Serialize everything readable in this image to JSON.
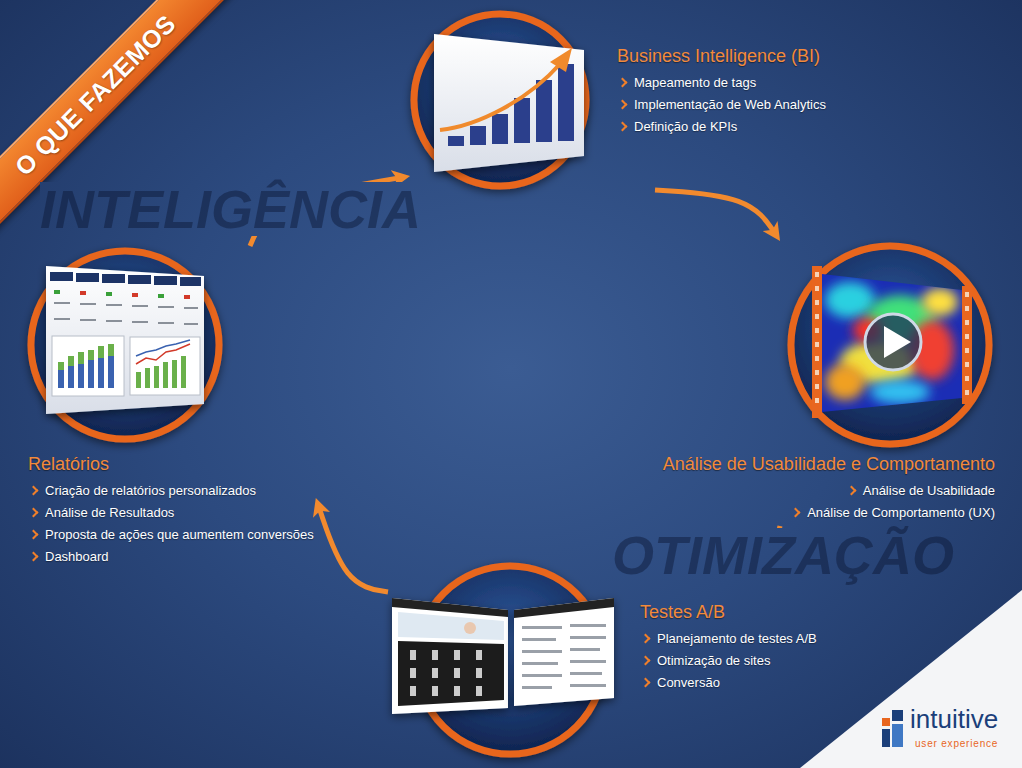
{
  "diagram": {
    "title": "O QUE FAZEMOS",
    "nodes": [
      {
        "text": [
          "Business Intelligence (BI)",
          "Mapeamento de tags",
          "Implementação de Web Analytics",
          "Definição de KPIs"
        ]
      },
      {
        "text": [
          "Análise de Usabilidade e Comportamento",
          "Análise de Usabilidade",
          "Análise de Comportamento (UX)"
        ]
      },
      {
        "text": [
          "Testes A/B",
          "Planejamento de testes A/B",
          "Otimização de sites",
          "Conversão"
        ]
      },
      {
        "text": [
          "Relatórios",
          "Criação de relatórios personalizados",
          "Análise de Resultados",
          "Proposta de ações que aumentem conversões",
          "Dashboard"
        ]
      }
    ],
    "edges": [
      {
        "from": 0,
        "to": 1,
        "arrow": "to"
      },
      {
        "from": 1,
        "to": 2,
        "arrow": "to"
      },
      {
        "from": 2,
        "to": 3,
        "arrow": "to"
      },
      {
        "from": 3,
        "to": 0,
        "arrow": "to"
      }
    ],
    "labels": [
      "INTELIGÊNCIA",
      "OTIMIZAÇÃO",
      "intuitive",
      "user experience"
    ]
  }
}
